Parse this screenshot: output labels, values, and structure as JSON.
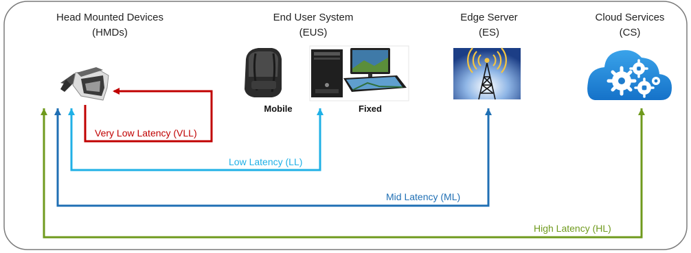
{
  "columns": {
    "hmd": {
      "title": "Head Mounted Devices",
      "abbr": "(HMDs)"
    },
    "eus": {
      "title": "End User System",
      "abbr": "(EUS)",
      "mobile_label": "Mobile",
      "fixed_label": "Fixed"
    },
    "es": {
      "title": "Edge Server",
      "abbr": "(ES)"
    },
    "cs": {
      "title": "Cloud Services",
      "abbr": "(CS)"
    }
  },
  "latencies": {
    "vll": {
      "label": "Very Low Latency (VLL)",
      "color": "#c00000"
    },
    "ll": {
      "label": "Low Latency (LL)",
      "color": "#1fb0e6"
    },
    "ml": {
      "label": "Mid Latency (ML)",
      "color": "#1f6fb4"
    },
    "hl": {
      "label": "High Latency (HL)",
      "color": "#6f9a1d"
    }
  },
  "icons": {
    "hmd": "vr-headset-icon",
    "mobile": "backpack-pc-icon",
    "fixed": "desktop-workstation-icon",
    "es": "radio-tower-icon",
    "cs": "cloud-gears-icon"
  }
}
